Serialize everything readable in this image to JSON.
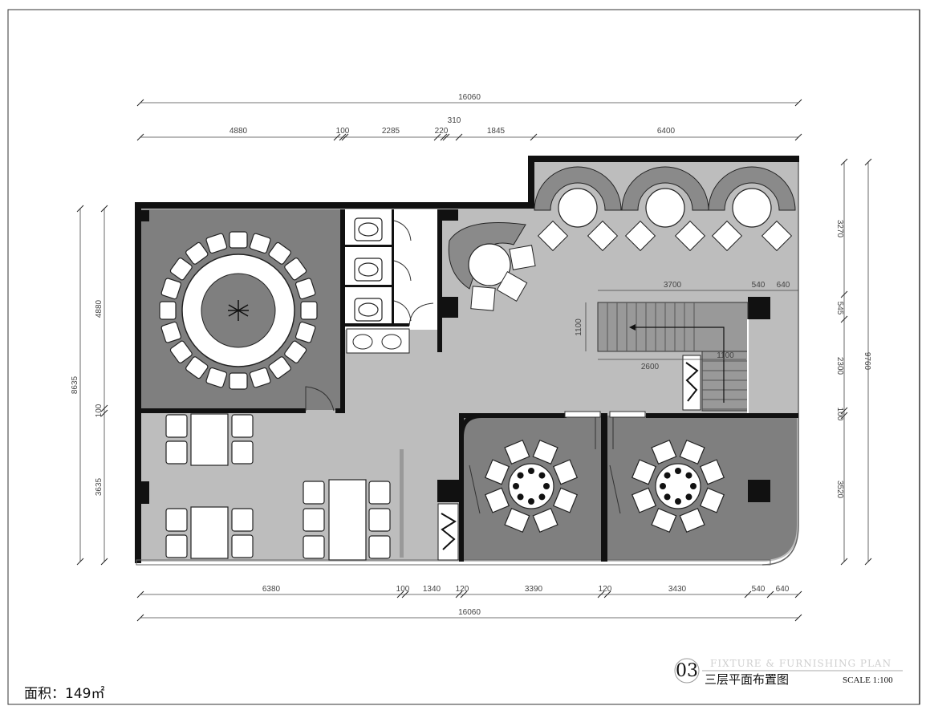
{
  "title_block": {
    "number": "03",
    "english_title": "FIXTURE & FURNISHING PLAN",
    "chinese_title": "三层平面布置图",
    "scale": "SCALE 1:100"
  },
  "area_note": "面积：149㎡",
  "dimensions": {
    "top_total": "16060",
    "top": [
      "4880",
      "100",
      "2285",
      "220",
      "310",
      "1845",
      "6400"
    ],
    "bottom_total": "16060",
    "bottom": [
      "6380",
      "100",
      "1340",
      "120",
      "3390",
      "120",
      "3430",
      "540",
      "640"
    ],
    "left_total": "8635",
    "left": [
      "4880",
      "100",
      "3635"
    ],
    "right_total": "9760",
    "right": [
      "3270",
      "545",
      "2300",
      "100",
      "3520"
    ],
    "stair": [
      "3700",
      "540",
      "640",
      "1100",
      "2600",
      "1100"
    ]
  },
  "colors": {
    "wall": "#111111",
    "floor": "#bdbdbd",
    "private_room": "#7f7f7f",
    "furniture": "#ffffff",
    "line": "#333333"
  }
}
